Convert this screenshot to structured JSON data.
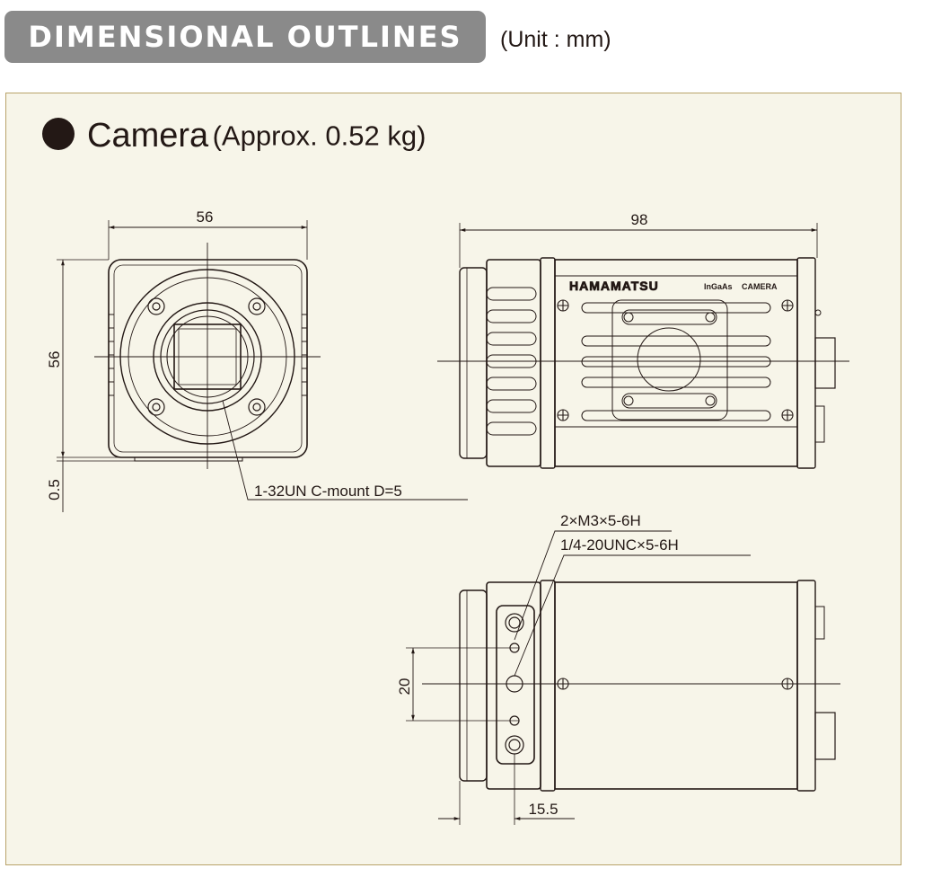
{
  "header": {
    "title": "DIMENSIONAL OUTLINES",
    "unit": "(Unit : mm)"
  },
  "section": {
    "title": "Camera",
    "weight": "(Approx. 0.52 kg)"
  },
  "front_view": {
    "dim_width": "56",
    "dim_height": "56",
    "dim_offset": "0.5",
    "callout_mount": "1-32UN C-mount D=5"
  },
  "side_view": {
    "dim_length": "98",
    "brand": "HAMAMATSU",
    "model": "InGaAs",
    "product": "CAMERA"
  },
  "bottom_view": {
    "callout_screw": "2×M3×5-6H",
    "callout_tripod": "1/4-20UNC×5-6H",
    "dim_spacing": "20",
    "dim_offset": "15.5"
  },
  "colors": {
    "badge": "#8a8a8a",
    "panel": "#f7f5e9",
    "panel_border": "#b8a36a",
    "ink": "#231815"
  }
}
